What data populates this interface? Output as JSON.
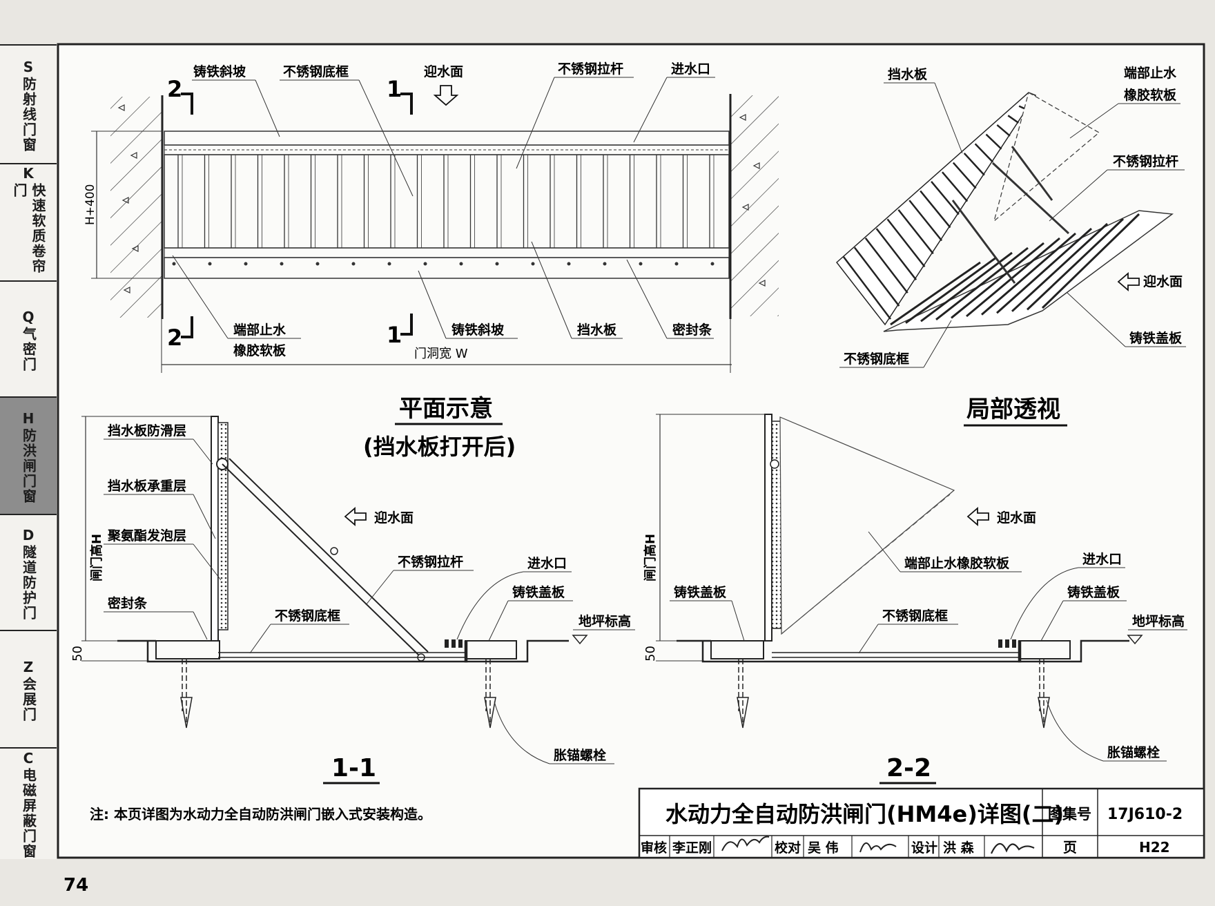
{
  "sidebar": {
    "tabs": [
      {
        "code": "S",
        "name": "防射线门窗",
        "active": false
      },
      {
        "code": "K",
        "name": "快速软质卷帘门",
        "active": false
      },
      {
        "code": "Q",
        "name": "气密门",
        "active": false
      },
      {
        "code": "H",
        "name": "防洪闸门窗",
        "active": true
      },
      {
        "code": "D",
        "name": "隧道防护门",
        "active": false
      },
      {
        "code": "Z",
        "name": "会展门",
        "active": false
      },
      {
        "code": "C",
        "name": "电磁屏蔽门窗",
        "active": false
      }
    ]
  },
  "plan": {
    "labels": {
      "cast_slope_top": "铸铁斜坡",
      "ss_base_frame_top": "不锈钢底框",
      "water_face_top": "迎水面",
      "ss_tie_rod_top": "不锈钢拉杆",
      "inlet_top": "进水口",
      "end_rubber_1": "端部止水",
      "end_rubber_2": "橡胶软板",
      "cast_slope_bottom": "铸铁斜坡",
      "flood_panel_bottom": "挡水板",
      "seal_strip_bottom": "密封条",
      "dim_height": "H+400",
      "dim_width": "门洞宽 W",
      "sec_2_top": "2",
      "sec_1_top": "1",
      "sec_2_bottom": "2",
      "sec_1_bottom": "1"
    },
    "title": "平面示意",
    "subtitle": "(挡水板打开后)"
  },
  "perspective": {
    "labels": {
      "flood_panel": "挡水板",
      "end_rubber_1": "端部止水",
      "end_rubber_2": "橡胶软板",
      "ss_tie_rod": "不锈钢拉杆",
      "water_face": "迎水面",
      "ss_base_frame": "不锈钢底框",
      "cast_cover": "铸铁盖板"
    },
    "title": "局部透视"
  },
  "section_1_1": {
    "labels": {
      "anti_slip": "挡水板防滑层",
      "bearing": "挡水板承重层",
      "foam": "聚氨酯发泡层",
      "water_face": "迎水面",
      "ss_tie_rod": "不锈钢拉杆",
      "inlet": "进水口",
      "cast_cover": "铸铁盖板",
      "ground_level": "地坪标高",
      "ss_base_frame": "不锈钢底框",
      "seal_strip": "密封条",
      "anchor_bolt": "胀锚螺栓",
      "dim_gate_height": "闸门高H",
      "dim_50": "50"
    },
    "title": "1-1"
  },
  "section_2_2": {
    "labels": {
      "water_face": "迎水面",
      "end_rubber": "端部止水橡胶软板",
      "inlet": "进水口",
      "cast_cover_left": "铸铁盖板",
      "cast_cover_right": "铸铁盖板",
      "ss_base_frame": "不锈钢底框",
      "ground_level": "地坪标高",
      "anchor_bolt": "胀锚螺栓",
      "dim_gate_height": "闸门高H",
      "dim_50": "50"
    },
    "title": "2-2"
  },
  "note": "注: 本页详图为水动力全自动防洪闸门嵌入式安装构造。",
  "title_block": {
    "title": "水动力全自动防洪闸门(HM4e)详图(二)",
    "atlas_label": "图集号",
    "atlas_no": "17J610-2",
    "page_label": "页",
    "page_no": "H22",
    "review_label": "审核",
    "reviewer": "李正刚",
    "check_label": "校对",
    "checker": "吴 伟",
    "design_label": "设计",
    "designer": "洪 森"
  },
  "page_number": "74"
}
